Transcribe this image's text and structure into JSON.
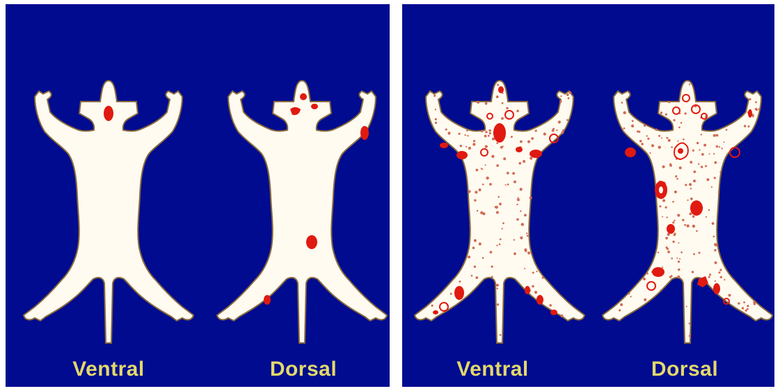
{
  "colors": {
    "background": "#000b8f",
    "body_fill": "#fffbf0",
    "outline": "#8a6a3a",
    "lesion": "#e01a10",
    "label": "#e2d96a"
  },
  "panels": [
    {
      "labels": {
        "ventral": "Ventral",
        "dorsal": "Dorsal"
      }
    },
    {
      "labels": {
        "ventral": "Ventral",
        "dorsal": "Dorsal"
      }
    }
  ]
}
